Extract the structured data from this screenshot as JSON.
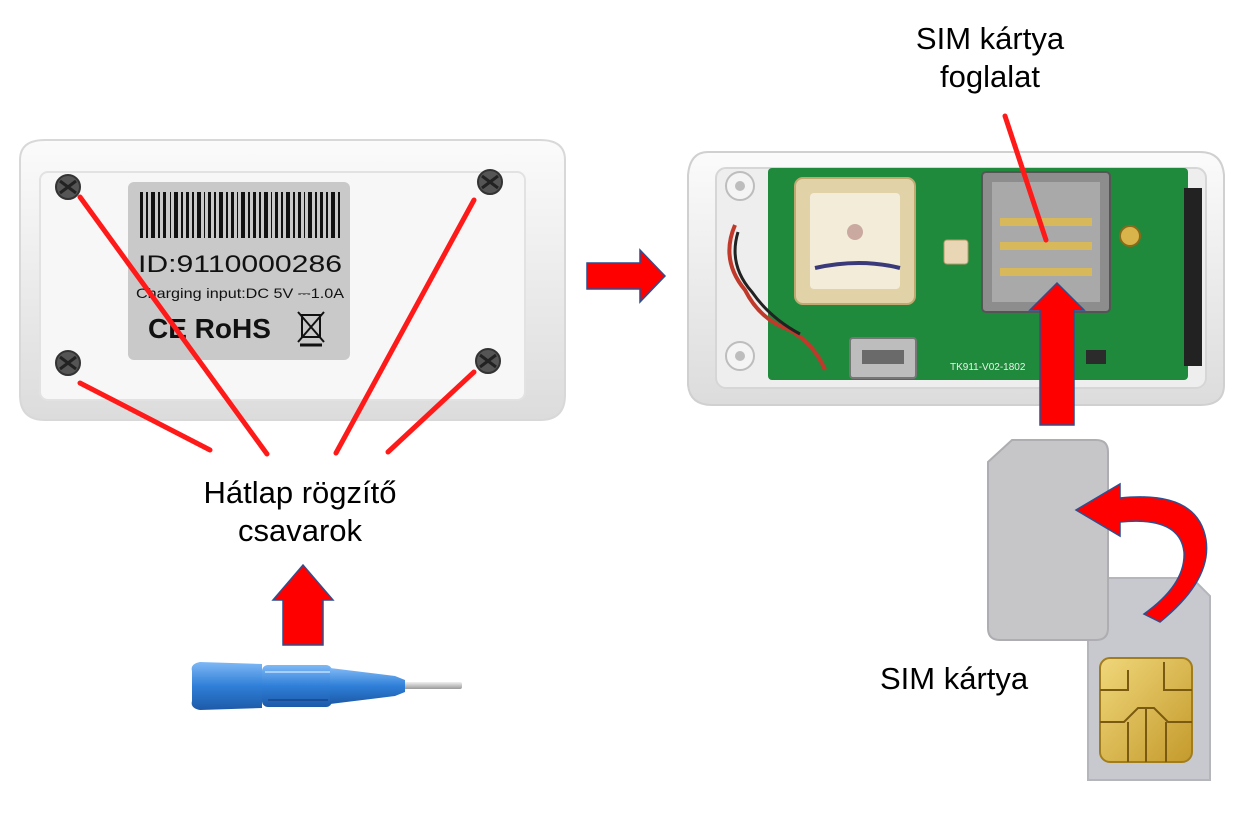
{
  "labels": {
    "screws_line1": "Hátlap rögzítő",
    "screws_line2": "csavarok",
    "holder_line1": "SIM kártya",
    "holder_line2": "foglalat",
    "sim_card": "SIM kártya"
  },
  "back_sticker": {
    "id_text": "ID:9110000286",
    "charging_text": "Charging input:DC 5V ⎓1.0A",
    "marks_text": "CE RoHS"
  },
  "pcb_text": "TK911-V02-1802",
  "colors": {
    "arrow_red": "#ff0000",
    "arrow_outline": "#2f4f8f",
    "pointer_red": "#ff1a1a",
    "pcb_green": "#1f8a3c",
    "case_white": "#f2f2f2",
    "sim_gray": "#c8c9cf",
    "chip_gold": "#d6b24a",
    "screwdriver_blue": "#2f7fd8"
  },
  "icons": [
    "screw-icon",
    "screwdriver-icon",
    "sim-card-icon",
    "curved-arrow-icon",
    "right-arrow-icon",
    "up-arrow-icon"
  ]
}
